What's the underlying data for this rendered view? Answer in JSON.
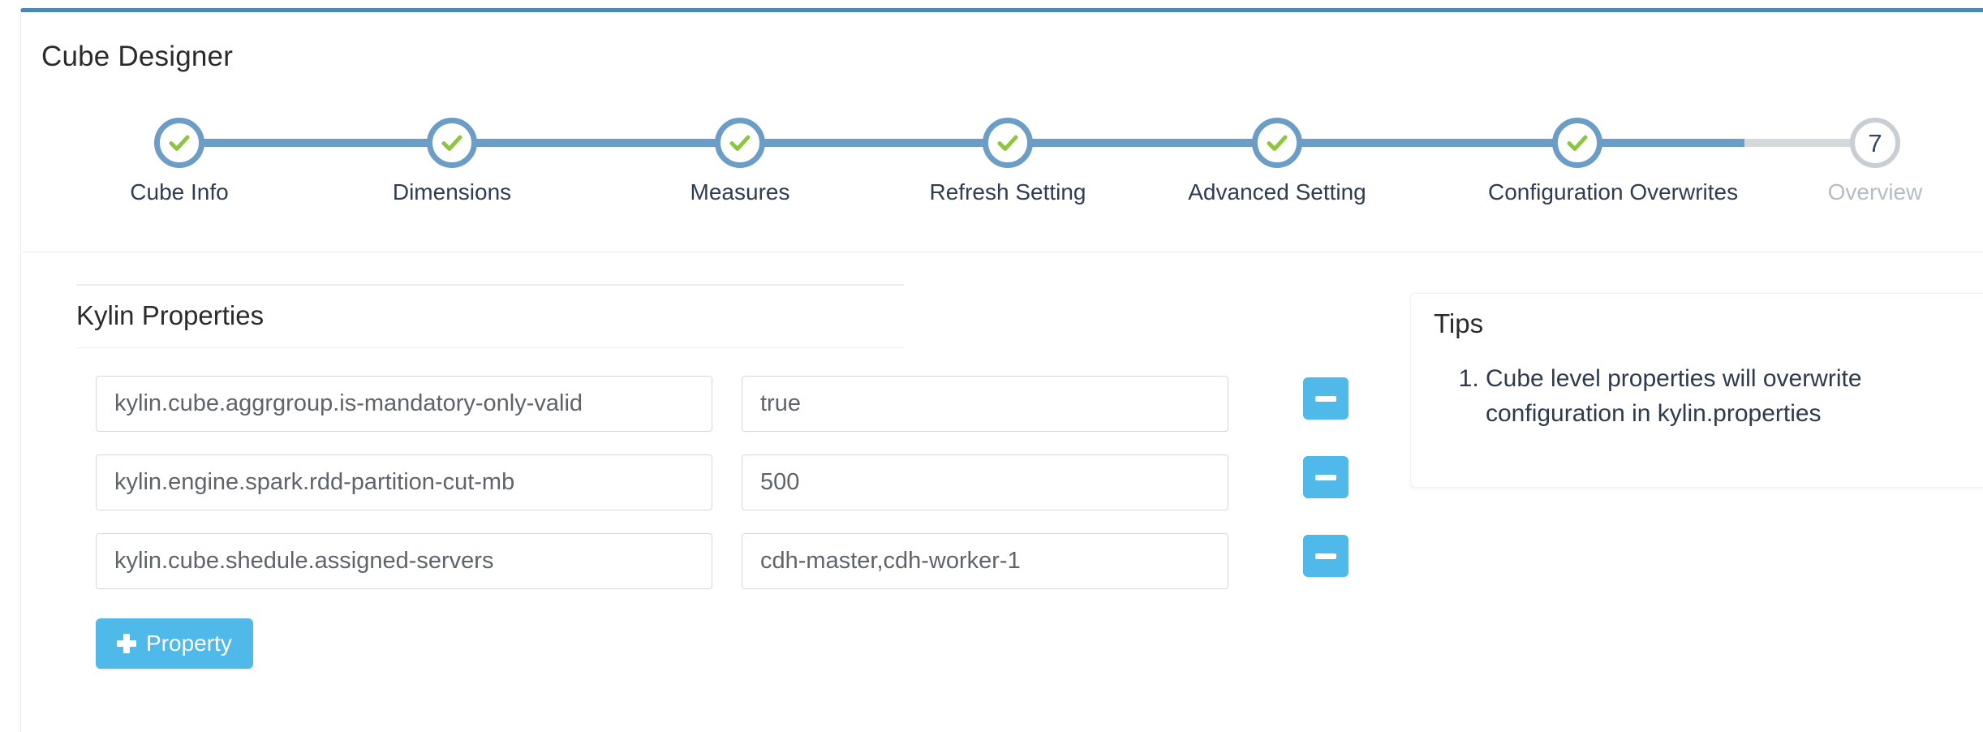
{
  "card": {
    "title": "Cube Designer",
    "accent_color": "#4a86b8"
  },
  "steps": {
    "items": [
      {
        "label": "Cube Info",
        "number": "1",
        "state": "done"
      },
      {
        "label": "Dimensions",
        "number": "2",
        "state": "done"
      },
      {
        "label": "Measures",
        "number": "3",
        "state": "done"
      },
      {
        "label": "Refresh Setting",
        "number": "4",
        "state": "done"
      },
      {
        "label": "Advanced Setting",
        "number": "5",
        "state": "done"
      },
      {
        "label": "Configuration Overwrites",
        "number": "6",
        "state": "done"
      },
      {
        "label": "Overview",
        "number": "7",
        "state": "pending"
      }
    ],
    "done_color": "#6b9dc6",
    "pending_color": "#c9ced4",
    "check_color": "#8cc540"
  },
  "properties_panel": {
    "title": "Kylin Properties",
    "rows": [
      {
        "key": "kylin.cube.aggrgroup.is-mandatory-only-valid",
        "value": "true"
      },
      {
        "key": "kylin.engine.spark.rdd-partition-cut-mb",
        "value": "500"
      },
      {
        "key": "kylin.cube.shedule.assigned-servers",
        "value": "cdh-master,cdh-worker-1"
      }
    ],
    "remove_label": "remove-property",
    "add_label": "Property",
    "button_color": "#4fb9ea"
  },
  "tips": {
    "title": "Tips",
    "items": [
      "Cube level properties will overwrite configuration in kylin.properties"
    ]
  }
}
